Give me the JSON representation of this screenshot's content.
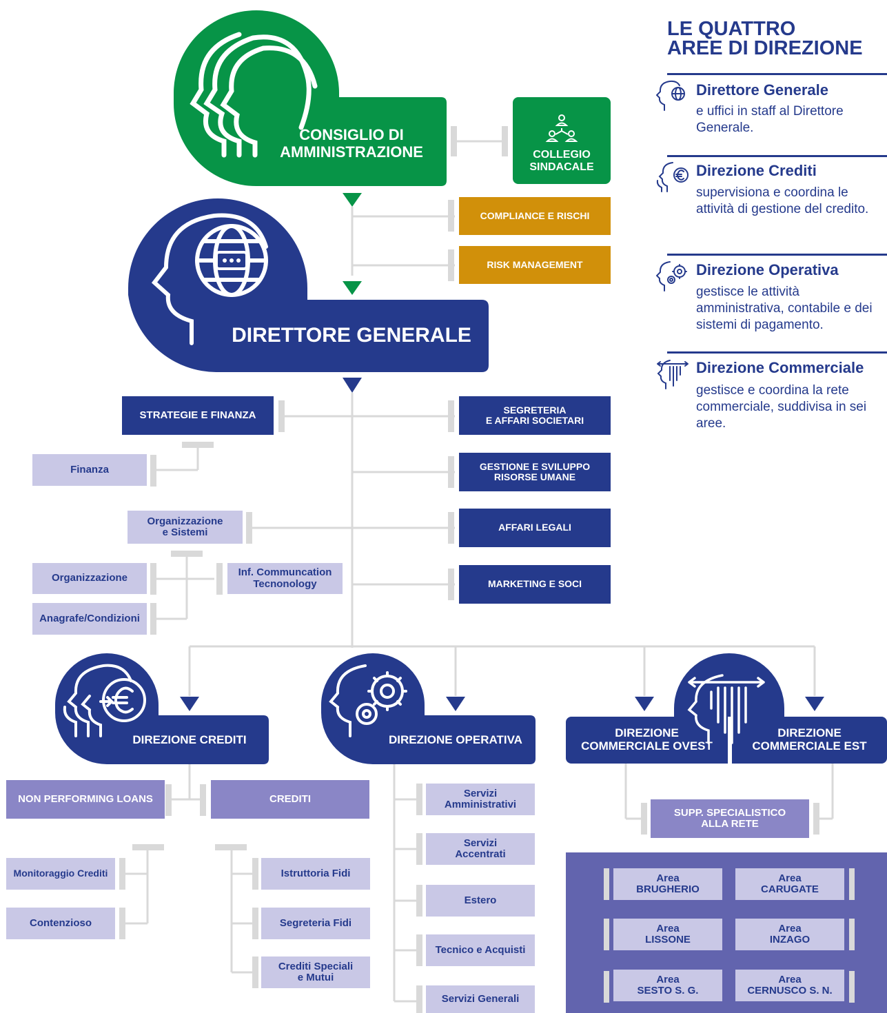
{
  "legend": {
    "title_line1": "LE QUATTRO",
    "title_line2": "AREE DI DIREZIONE",
    "items": [
      {
        "title": "Direttore Generale",
        "desc": "e uffici in staff al Direttore Generale."
      },
      {
        "title": "Direzione Crediti",
        "desc": "supervisiona e coordina le attività di gestione del credito."
      },
      {
        "title": "Direzione Operativa",
        "desc": "gestisce le attività amministrativa, contabile e dei sistemi di pagamento."
      },
      {
        "title": "Direzione Commerciale",
        "desc": "gestisce e coordina la rete commerciale, suddivisa in sei aree."
      }
    ]
  },
  "board": {
    "line1": "CONSIGLIO DI",
    "line2": "AMMINISTRAZIONE"
  },
  "collegio": {
    "line1": "COLLEGIO",
    "line2": "SINDACALE"
  },
  "control": {
    "compliance": "COMPLIANCE E RISCHI",
    "risk": "RISK MANAGEMENT"
  },
  "dg": {
    "title": "DIRETTORE GENERALE"
  },
  "staff_left": {
    "strategie": "STRATEGIE E FINANZA",
    "finanza": "Finanza",
    "org_sistemi_1": "Organizzazione",
    "org_sistemi_2": "e Sistemi",
    "organizzazione": "Organizzazione",
    "anagrafe": "Anagrafe/Condizioni",
    "ict_1": "Inf. Communcation",
    "ict_2": "Tecnonology"
  },
  "staff_right": {
    "segreteria_1": "SEGRETERIA",
    "segreteria_2": "E AFFARI SOCIETARI",
    "risorse_1": "GESTIONE E SVILUPPO",
    "risorse_2": "RISORSE UMANE",
    "legali": "AFFARI LEGALI",
    "marketing": "MARKETING E SOCI"
  },
  "crediti": {
    "title": "DIREZIONE CREDITI",
    "npl": "NON PERFORMING LOANS",
    "crediti": "CREDITI",
    "monitoraggio": "Monitoraggio Crediti",
    "contenzioso": "Contenzioso",
    "istruttoria": "Istruttoria Fidi",
    "segreteria_fidi": "Segreteria Fidi",
    "speciali_1": "Crediti Speciali",
    "speciali_2": "e Mutui"
  },
  "operativa": {
    "title": "DIREZIONE OPERATIVA",
    "items": [
      {
        "l1": "Servizi",
        "l2": "Amministrativi"
      },
      {
        "l1": "Servizi",
        "l2": "Accentrati"
      },
      {
        "l1": "Estero",
        "l2": ""
      },
      {
        "l1": "Tecnico e Acquisti",
        "l2": ""
      },
      {
        "l1": "Servizi Generali",
        "l2": ""
      }
    ]
  },
  "commerciale": {
    "ovest_1": "DIREZIONE",
    "ovest_2": "COMMERCIALE OVEST",
    "est_1": "DIREZIONE",
    "est_2": "COMMERCIALE EST",
    "supp_1": "SUPP. SPECIALISTICO",
    "supp_2": "ALLA RETE",
    "areas": [
      {
        "l1": "Area",
        "l2": "BRUGHERIO"
      },
      {
        "l1": "Area",
        "l2": "CARUGATE"
      },
      {
        "l1": "Area",
        "l2": "LISSONE"
      },
      {
        "l1": "Area",
        "l2": "INZAGO"
      },
      {
        "l1": "Area",
        "l2": "SESTO S. G."
      },
      {
        "l1": "Area",
        "l2": "CERNUSCO S. N."
      }
    ]
  },
  "colors": {
    "navy": "#253a8c",
    "green": "#079447",
    "gold": "#d1900a",
    "lavender": "#c9c8e6",
    "medium": "#8a86c6",
    "connector": "#d9d9d9"
  }
}
